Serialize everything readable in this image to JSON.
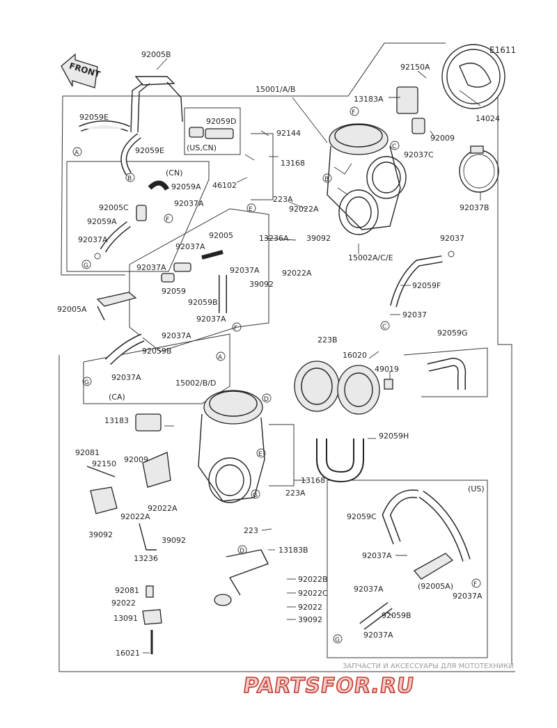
{
  "diagram_code": "E1611",
  "front_label": "FRONT",
  "labels": {
    "l_92005B": "92005B",
    "l_15001": "15001/A/B",
    "l_92150A_t": "92150A",
    "l_13183A": "13183A",
    "l_92009_t": "92009",
    "l_92037C": "92037C",
    "l_14024": "14024",
    "l_92037B": "92037B",
    "l_92059E_1": "92059E",
    "l_92059E_2": "92059E",
    "l_92059D": "92059D",
    "l_us_cn": "(US,CN)",
    "l_92144": "92144",
    "l_13168_t": "13168",
    "l_46102": "46102",
    "l_223A_t": "223A",
    "l_cn": "(CN)",
    "l_92059A_1": "92059A",
    "l_92005C": "92005C",
    "l_92037A_cn1": "92037A",
    "l_92059A_2": "92059A",
    "l_92037A_cn2": "92037A",
    "l_92022A_t": "92022A",
    "l_13236A": "13236A",
    "l_39092_t": "39092",
    "l_15002ACE": "15002A/C/E",
    "l_92037_r1": "92037",
    "l_92059F": "92059F",
    "l_92037_r2": "92037",
    "l_92005": "92005",
    "l_92037A_m1": "92037A",
    "l_92037A_m2": "92037A",
    "l_92037A_m3": "92037A",
    "l_92059": "92059",
    "l_92059B_m": "92059B",
    "l_92037A_m4": "92037A",
    "l_92022A_m": "92022A",
    "l_39092_m": "39092",
    "l_92005A_l": "92005A",
    "l_92037A_ca1": "92037A",
    "l_92059B_ca": "92059B",
    "l_92037A_ca2": "92037A",
    "l_ca": "(CA)",
    "l_223B": "223B",
    "l_16020": "16020",
    "l_49019": "49019",
    "l_92059G": "92059G",
    "l_92059H": "92059H",
    "l_15002BD": "15002/B/D",
    "l_13183": "13183",
    "l_92009_b": "92009",
    "l_92081_1": "92081",
    "l_92150_b": "92150",
    "l_13168_b": "13168",
    "l_223A_b": "223A",
    "l_92022A_b1": "92022A",
    "l_92022A_b2": "92022A",
    "l_39092_b1": "39092",
    "l_39092_b2": "39092",
    "l_13236": "13236",
    "l_223": "223",
    "l_13183B": "13183B",
    "l_92081_2": "92081",
    "l_92022_b": "92022",
    "l_13091": "13091",
    "l_16021": "16021",
    "l_92022B": "92022B",
    "l_92022C": "92022C",
    "l_92022_r": "92022",
    "l_39092_r": "39092",
    "l_us": "(US)",
    "l_92059C": "92059C",
    "l_92037A_us1": "92037A",
    "l_92005A_us": "(92005A)",
    "l_92037A_us2": "92037A",
    "l_92037A_us3": "92037A",
    "l_92059B_us": "92059B",
    "l_92037A_us4": "92037A"
  },
  "markers": {
    "m_A1": "A",
    "m_B1": "B",
    "m_E1": "E",
    "m_F1": "F",
    "m_G1": "G",
    "m_F2": "F",
    "m_B2": "B",
    "m_C1": "C",
    "m_F3": "F",
    "m_C2": "C",
    "m_G2": "G",
    "m_A2": "A",
    "m_D1": "D",
    "m_E2": "E",
    "m_G3": "G",
    "m_D2": "D",
    "m_F4": "F",
    "m_G4": "G"
  },
  "watermark": {
    "small_text": "ЗАПЧАСТИ И АКСЕССУАРЫ ДЛЯ МОТОТЕХНИКИ",
    "brand_text": "PARTSFOR.RU",
    "brand_color": "#c0392b"
  }
}
